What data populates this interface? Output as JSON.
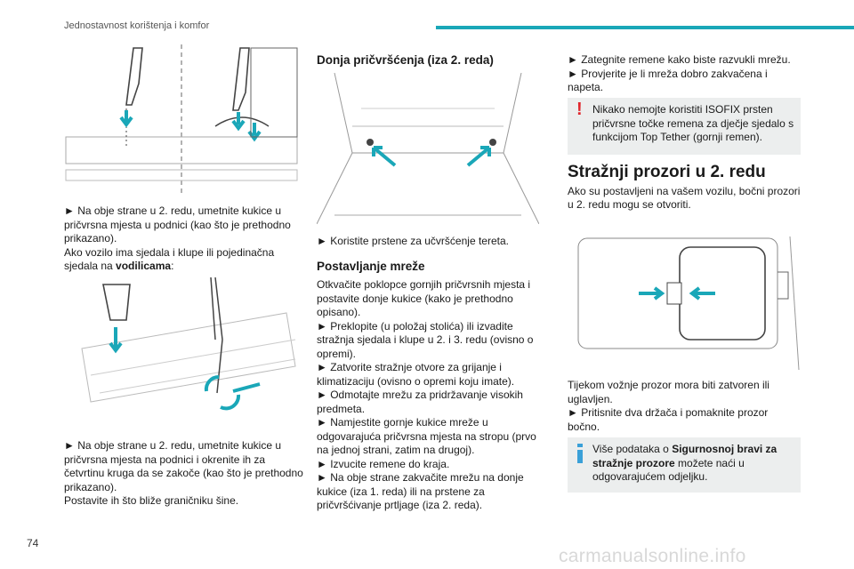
{
  "header": {
    "section_title": "Jednostavnost korištenja i komfor",
    "accent_color": "#1aa7b8"
  },
  "page_number": "74",
  "watermark": "carmanualsonline.info",
  "col1": {
    "p1": "► Na obje strane u 2. redu, umetnite kukice u pričvrsna mjesta u podnici (kao što je prethodno prikazano).",
    "p2_a": "Ako vozilo ima sjedala i klupe ili pojedinačna sjedala na ",
    "p2_bold": "vodilicama",
    "p2_b": ":",
    "p3": "► Na obje strane u 2. redu, umetnite kukice u pričvrsna mjesta na podnici i okrenite ih za četvrtinu kruga da se zakoče (kao što je prethodno prikazano).",
    "p4": "Postavite ih što bliže graničniku šine."
  },
  "col2": {
    "heading1": "Donja pričvršćenja (iza 2. reda)",
    "p1": "► Koristite prstene za učvršćenje tereta.",
    "heading2": "Postavljanje mreže",
    "lines": [
      "Otkvačite poklopce gornjih pričvrsnih mjesta i postavite donje kukice (kako je prethodno opisano).",
      "► Preklopite (u položaj stolića) ili izvadite stražnja sjedala i klupe u 2. i 3. redu (ovisno o opremi).",
      "► Zatvorite stražnje otvore za grijanje i klimatizaciju (ovisno o opremi koju imate).",
      "► Odmotajte mrežu za pridržavanje visokih predmeta.",
      "► Namjestite gornje kukice mreže u odgovarajuća pričvrsna mjesta na stropu (prvo na jednoj strani, zatim na drugoj).",
      "► Izvucite remene do kraja.",
      "► Na obje strane zakvačite mrežu na donje kukice (iza 1. reda) ili na prstene za pričvršćivanje prtljage (iza 2. reda)."
    ]
  },
  "col3": {
    "p1": "► Zategnite remene kako biste razvukli mrežu.",
    "p2": "► Provjerite je li mreža dobro zakvačena i napeta.",
    "warning": "Nikako nemojte koristiti ISOFIX prsten pričvrsne točke remena za dječje sjedalo s funkcijom Top Tether (gornji remen).",
    "heading": "Stražnji prozori u 2. redu",
    "p3": "Ako su postavljeni na vašem vozilu, bočni prozori u 2. redu mogu se otvoriti.",
    "p4": "Tijekom vožnje prozor mora biti zatvoren ili uglavljen.",
    "p5": "► Pritisnite dva držača i pomaknite prozor bočno.",
    "info_a": "Više podataka o ",
    "info_bold": "Sigurnosnoj bravi za stražnje prozore",
    "info_b": " možete naći u odgovarajućem odjeljku."
  },
  "colors": {
    "warning": "#e0262c",
    "info": "#3aa0d8",
    "note_bg": "#eceeee"
  }
}
